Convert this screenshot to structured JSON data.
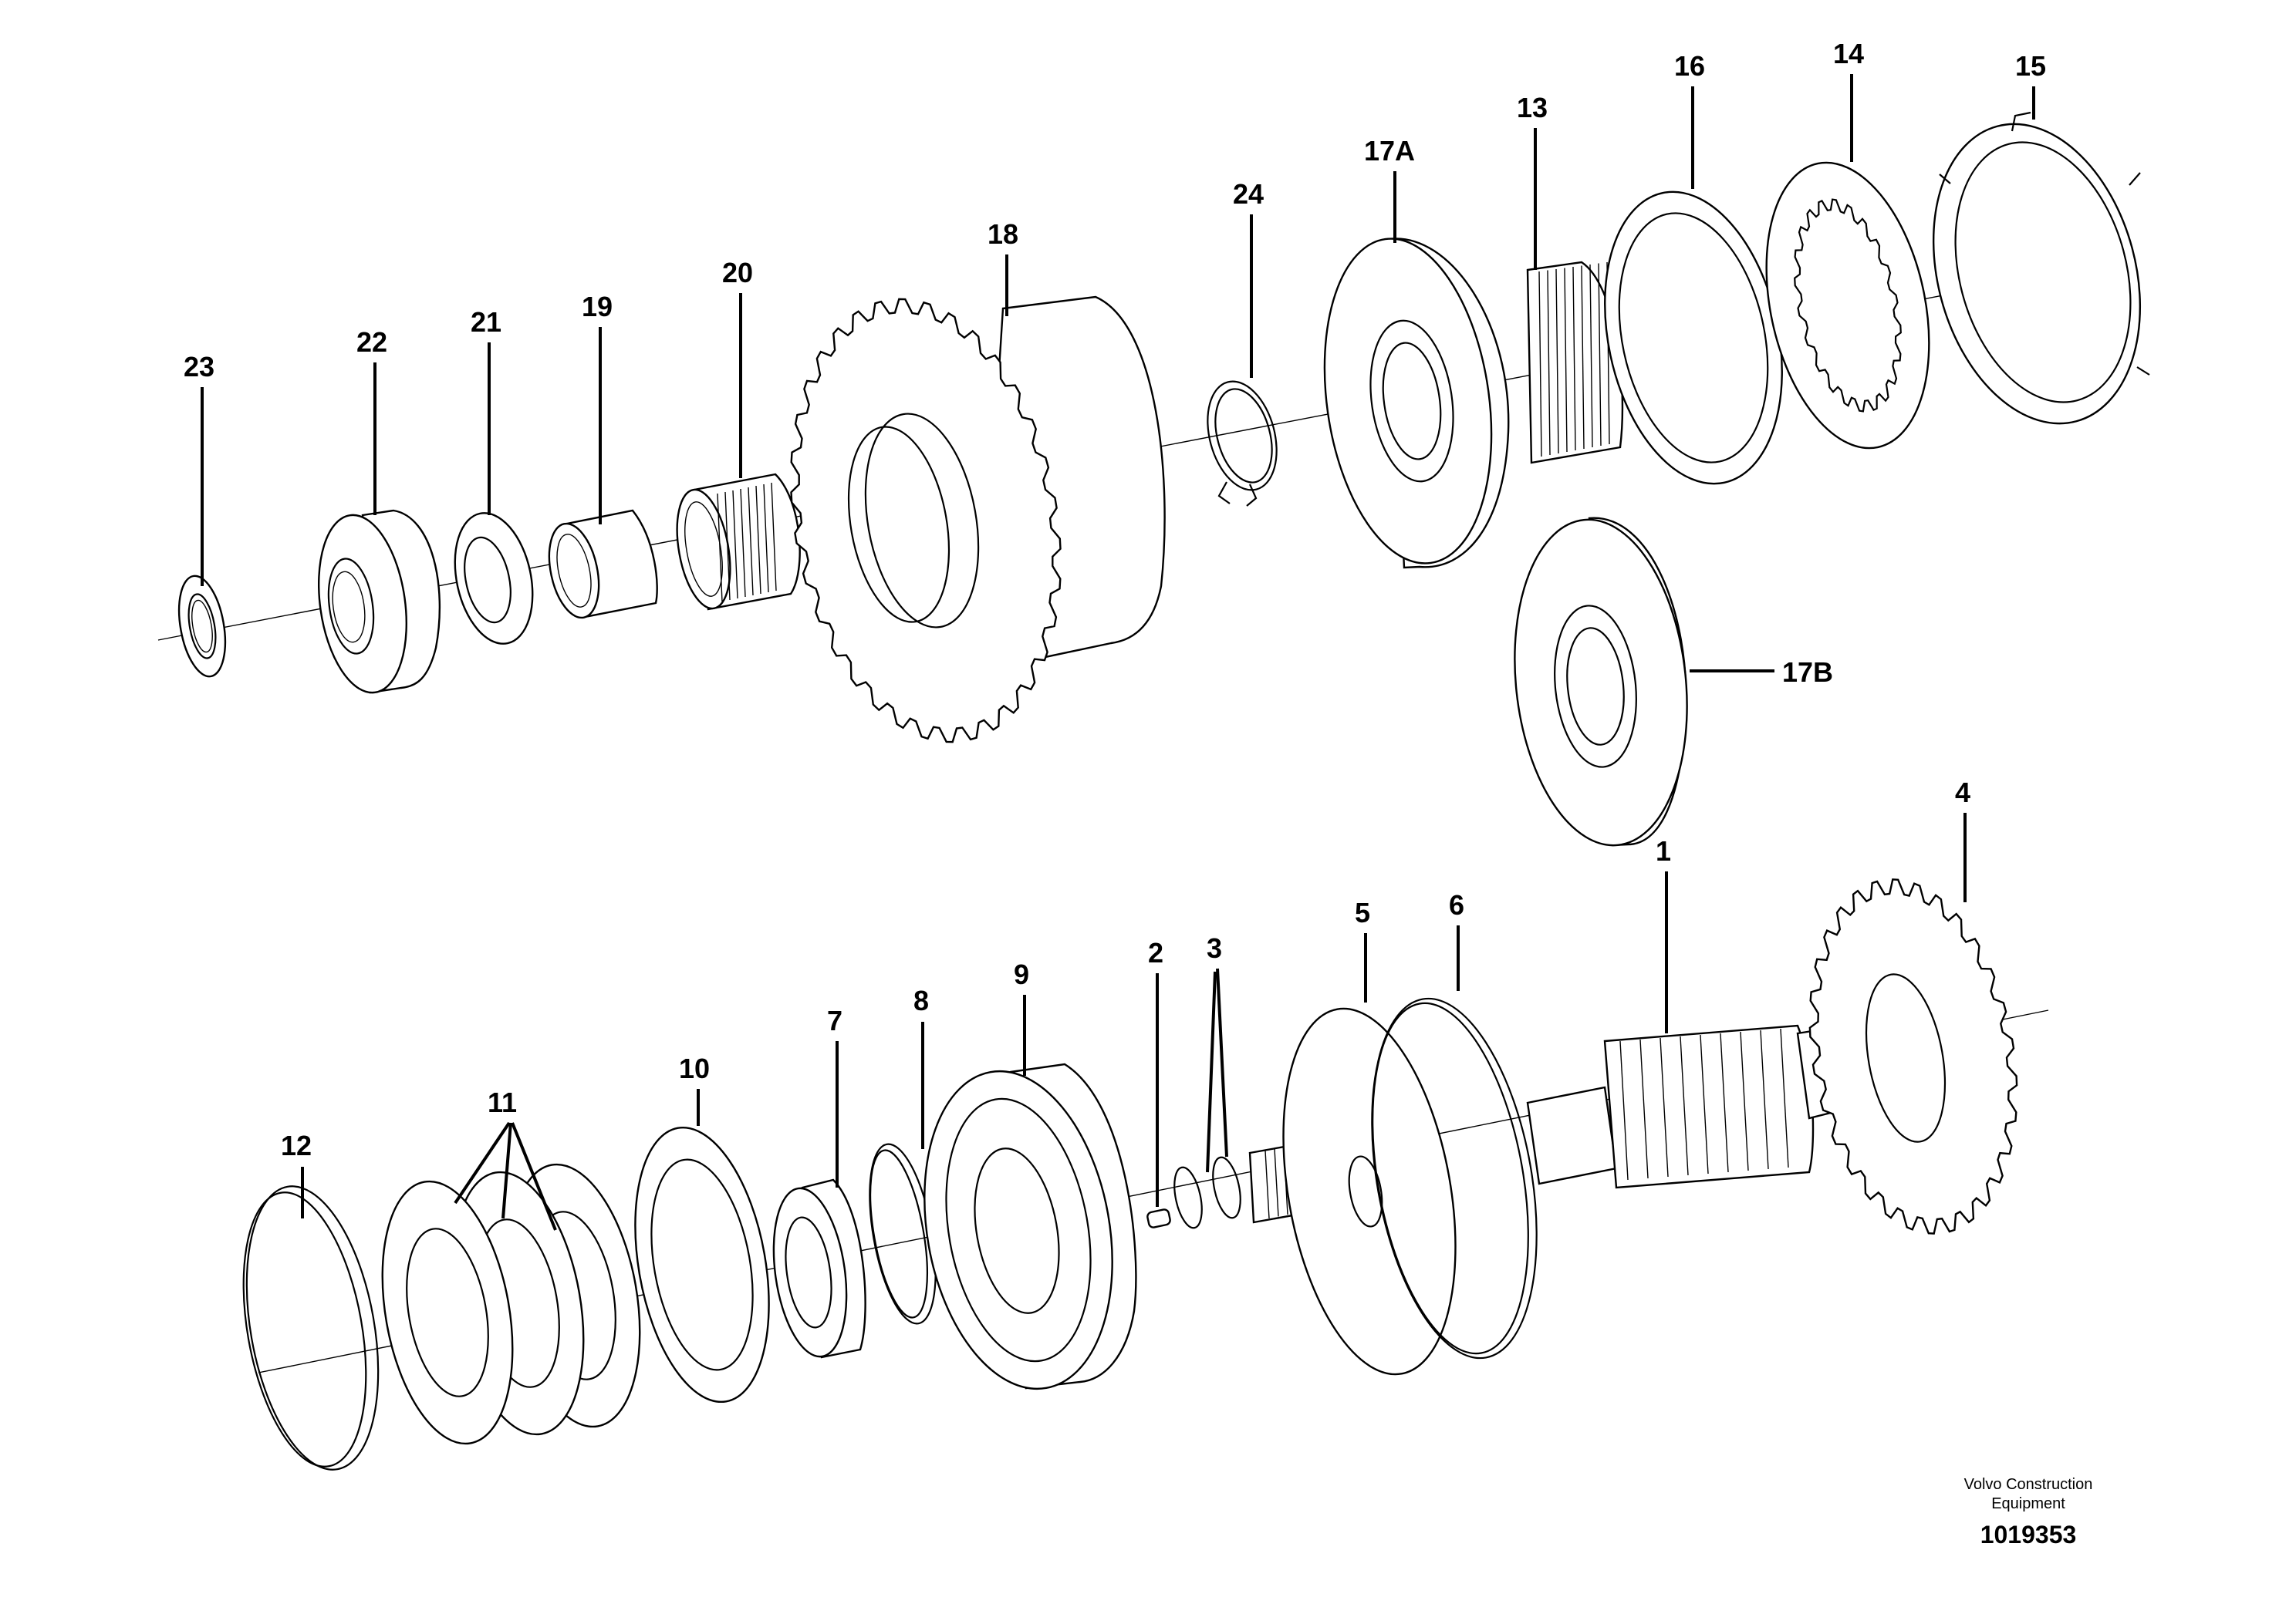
{
  "parts": {
    "p1": "1",
    "p2": "2",
    "p3": "3",
    "p4": "4",
    "p5": "5",
    "p6": "6",
    "p7": "7",
    "p8": "8",
    "p9": "9",
    "p10": "10",
    "p11": "11",
    "p12": "12",
    "p13": "13",
    "p14": "14",
    "p15": "15",
    "p16": "16",
    "p17a": "17A",
    "p17b": "17B",
    "p18": "18",
    "p19": "19",
    "p20": "20",
    "p21": "21",
    "p22": "22",
    "p23": "23",
    "p24": "24"
  },
  "footer": {
    "company_line1": "Volvo Construction",
    "company_line2": "Equipment",
    "drawing_number": "1019353"
  }
}
